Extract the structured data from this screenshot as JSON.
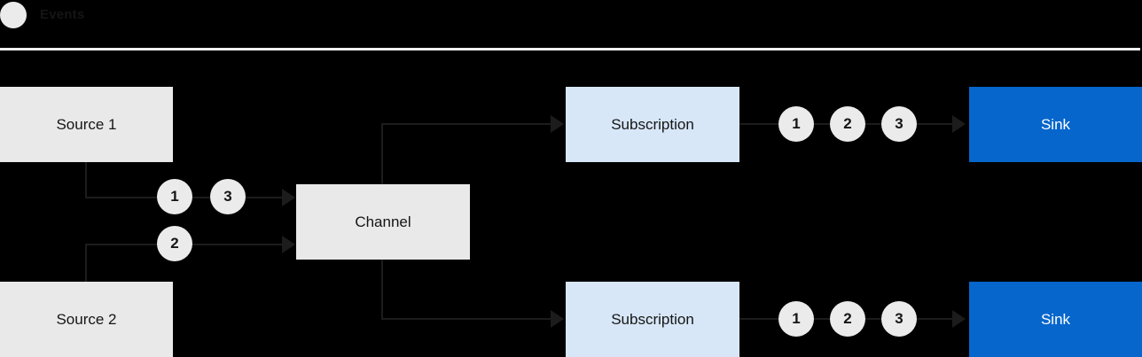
{
  "legend": {
    "label": "Events"
  },
  "colors": {
    "background": "#000000",
    "box-gray": "#e9e9e9",
    "box-light-blue": "#d7e7f7",
    "box-blue": "#0666cc",
    "text-dark": "#151515",
    "text-light": "#ffffff",
    "line": "#1c1c1c",
    "separator": "#f0f0f0",
    "circle-fill": "#ebebeb"
  },
  "nodes": {
    "source1": "Source 1",
    "source2": "Source 2",
    "channel": "Channel",
    "subscription_top": "Subscription",
    "subscription_bottom": "Subscription",
    "sink_top": "Sink",
    "sink_bottom": "Sink"
  },
  "events": {
    "source1_to_channel": [
      "1",
      "3"
    ],
    "source2_to_channel": [
      "2"
    ],
    "subscription_top_to_sink": [
      "1",
      "2",
      "3"
    ],
    "subscription_bottom_to_sink": [
      "1",
      "2",
      "3"
    ]
  }
}
